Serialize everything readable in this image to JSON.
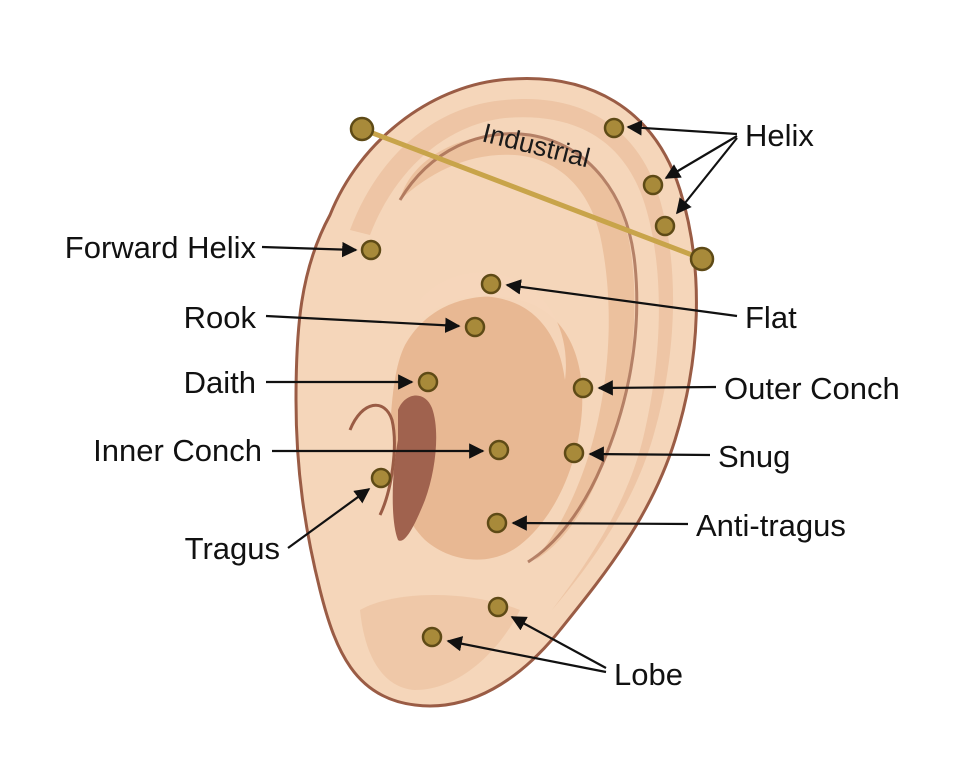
{
  "colors": {
    "skin": "#f5d6ba",
    "skin_shadow": "#e8b893",
    "skin_deep": "#d99a7a",
    "canal": "#a0624e",
    "outline": "#9a5c45",
    "stud": "#a88a3a",
    "bar": "#c8a44a",
    "text": "#111111"
  },
  "labels": {
    "helix": "Helix",
    "industrial": "Industrial",
    "forward_helix": "Forward Helix",
    "rook": "Rook",
    "flat": "Flat",
    "daith": "Daith",
    "outer_conch": "Outer Conch",
    "inner_conch": "Inner Conch",
    "snug": "Snug",
    "tragus": "Tragus",
    "anti_tragus": "Anti-tragus",
    "lobe": "Lobe"
  }
}
